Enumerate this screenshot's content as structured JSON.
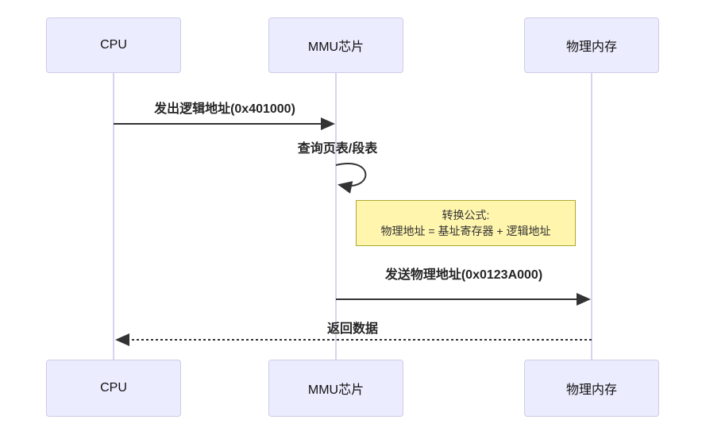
{
  "diagram": {
    "type": "sequence-diagram",
    "actors": [
      {
        "id": "cpu",
        "label": "CPU"
      },
      {
        "id": "mmu",
        "label": "MMU芯片"
      },
      {
        "id": "mem",
        "label": "物理内存"
      }
    ],
    "messages": [
      {
        "label": "发出逻辑地址(0x401000)",
        "from": "cpu",
        "to": "mmu",
        "style": "solid"
      },
      {
        "label": "查询页表/段表",
        "from": "mmu",
        "to": "mmu",
        "style": "self-loop"
      },
      {
        "label": "发送物理地址(0x0123A000)",
        "from": "mmu",
        "to": "mem",
        "style": "solid"
      },
      {
        "label": "返回数据",
        "from": "mem",
        "to": "cpu",
        "style": "dashed"
      }
    ],
    "note": {
      "lines": [
        "转换公式:",
        "物理地址 = 基址寄存器 + 逻辑地址"
      ]
    },
    "colors": {
      "actor_fill": "#ECECFF",
      "actor_border": "#CFCCE6",
      "lifeline": "#D8D3EE",
      "arrow_line": "#333333",
      "note_fill": "#FFF5AD",
      "note_border": "#AAAA33"
    }
  }
}
